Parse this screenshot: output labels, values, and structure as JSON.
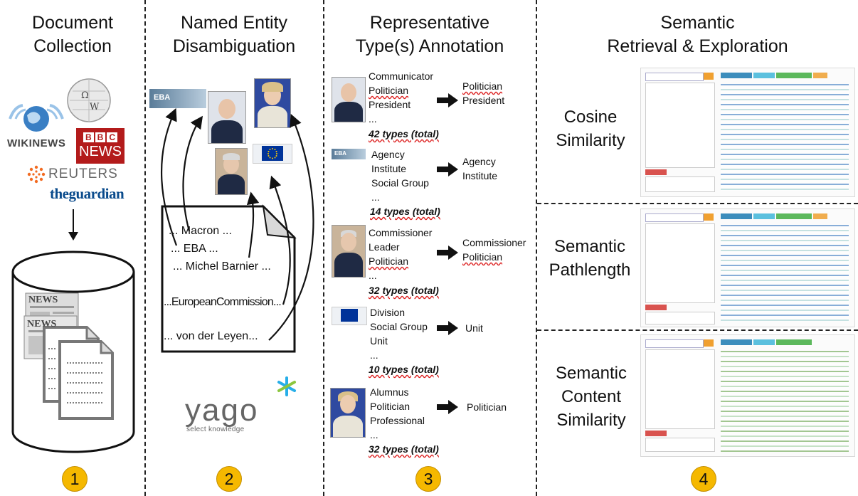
{
  "columns": [
    {
      "title": "Document\nCollection",
      "badge": "1"
    },
    {
      "title": "Named Entity\nDisambiguation",
      "badge": "2"
    },
    {
      "title": "Representative\nType(s) Annotation",
      "badge": "3"
    },
    {
      "title": "Semantic\nRetrieval & Exploration",
      "badge": "4"
    }
  ],
  "sources": {
    "wikinews": "WIKINEWS",
    "bbc_top": "BBC",
    "bbc_bottom": "NEWS",
    "reuters": "REUTERS",
    "guardian": "theguardian",
    "news_label": "NEWS"
  },
  "ned": {
    "eba_logo": "EBA",
    "mentions": [
      "... Macron ...",
      "... EBA ...",
      "... Michel Barnier ...",
      "...EuropeanCommission...",
      "... von der Leyen..."
    ],
    "yago_word": "yago",
    "yago_tag": "select knowledge"
  },
  "annotations": [
    {
      "types": [
        "Communicator",
        "Politician",
        "President",
        "..."
      ],
      "total": "42 types (total)",
      "rep": [
        "Politician",
        "President"
      ]
    },
    {
      "types": [
        "Agency",
        "Institute",
        "Social Group",
        "..."
      ],
      "total": "14 types (total)",
      "rep": [
        "Agency",
        "Institute"
      ]
    },
    {
      "types": [
        "Commissioner",
        "Leader",
        "Politician",
        "..."
      ],
      "total": "32 types (total)",
      "rep": [
        "Commissioner",
        "Politician"
      ]
    },
    {
      "types": [
        "Division",
        "Social Group",
        "Unit",
        "..."
      ],
      "total": "10 types (total)",
      "rep": [
        "Unit"
      ]
    },
    {
      "types": [
        "Alumnus",
        "Politician",
        "Professional",
        "..."
      ],
      "total": "32 types (total)",
      "rep": [
        "Politician"
      ]
    }
  ],
  "metrics": [
    "Cosine\nSimilarity",
    "Semantic\nPathlength",
    "Semantic\nContent\nSimilarity"
  ],
  "colors": {
    "badge": "#f5b800",
    "bbc": "#b31b1b",
    "reuters": "#f26b21",
    "guardian": "#0a4b8c",
    "eu": "#003399",
    "yago_star": "#27aee8",
    "yago_green": "#8cc63f"
  }
}
